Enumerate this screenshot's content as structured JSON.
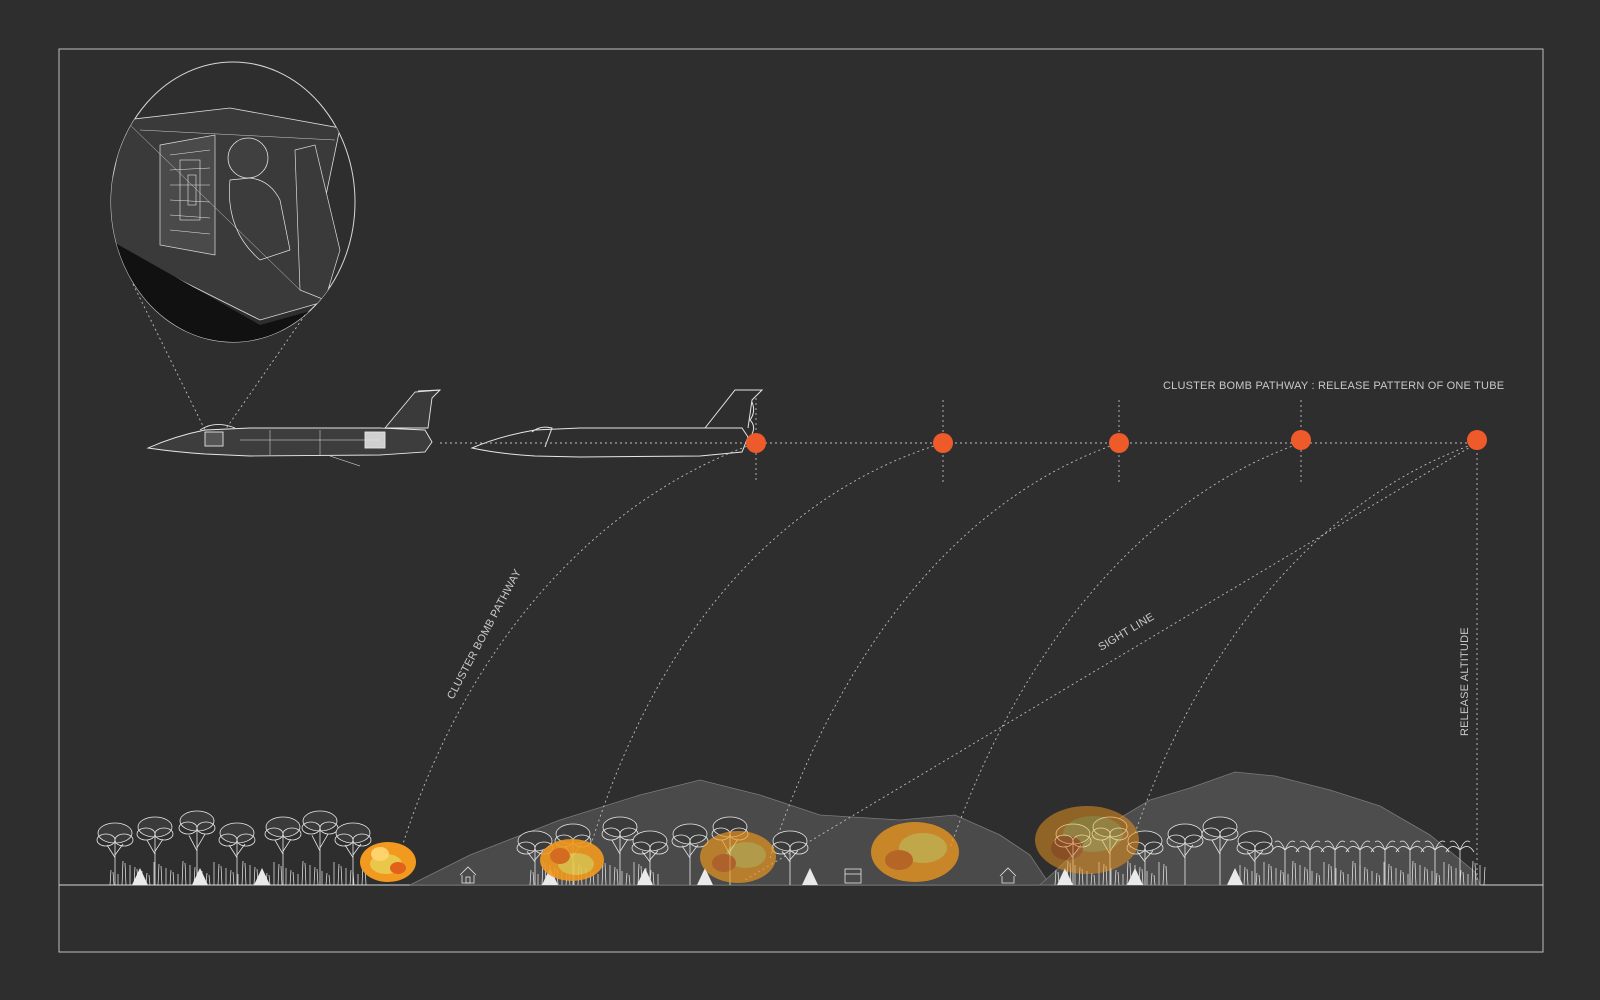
{
  "labels": {
    "title": "CLUSTER BOMB PATHWAY : RELEASE PATTERN OF ONE TUBE",
    "pathway": "CLUSTER BOMB PATHWAY",
    "sight_line": "SIGHT LINE",
    "release_altitude": "RELEASE ALTITUDE"
  },
  "colors": {
    "background": "#2e2e2e",
    "frame": "#bdbdbd",
    "line": "#e6e6e6",
    "release_point": "#ef5a2a",
    "explosion": "#f29a1f",
    "explosion_inner": "#e8c74b"
  },
  "icons": [
    "cockpit-detail-icon",
    "jet-cutaway-icon",
    "jet-outline-icon",
    "tree-icon",
    "palm-icon",
    "hut-icon",
    "explosion-icon"
  ],
  "release_point_count": 5,
  "impact_count": 5
}
